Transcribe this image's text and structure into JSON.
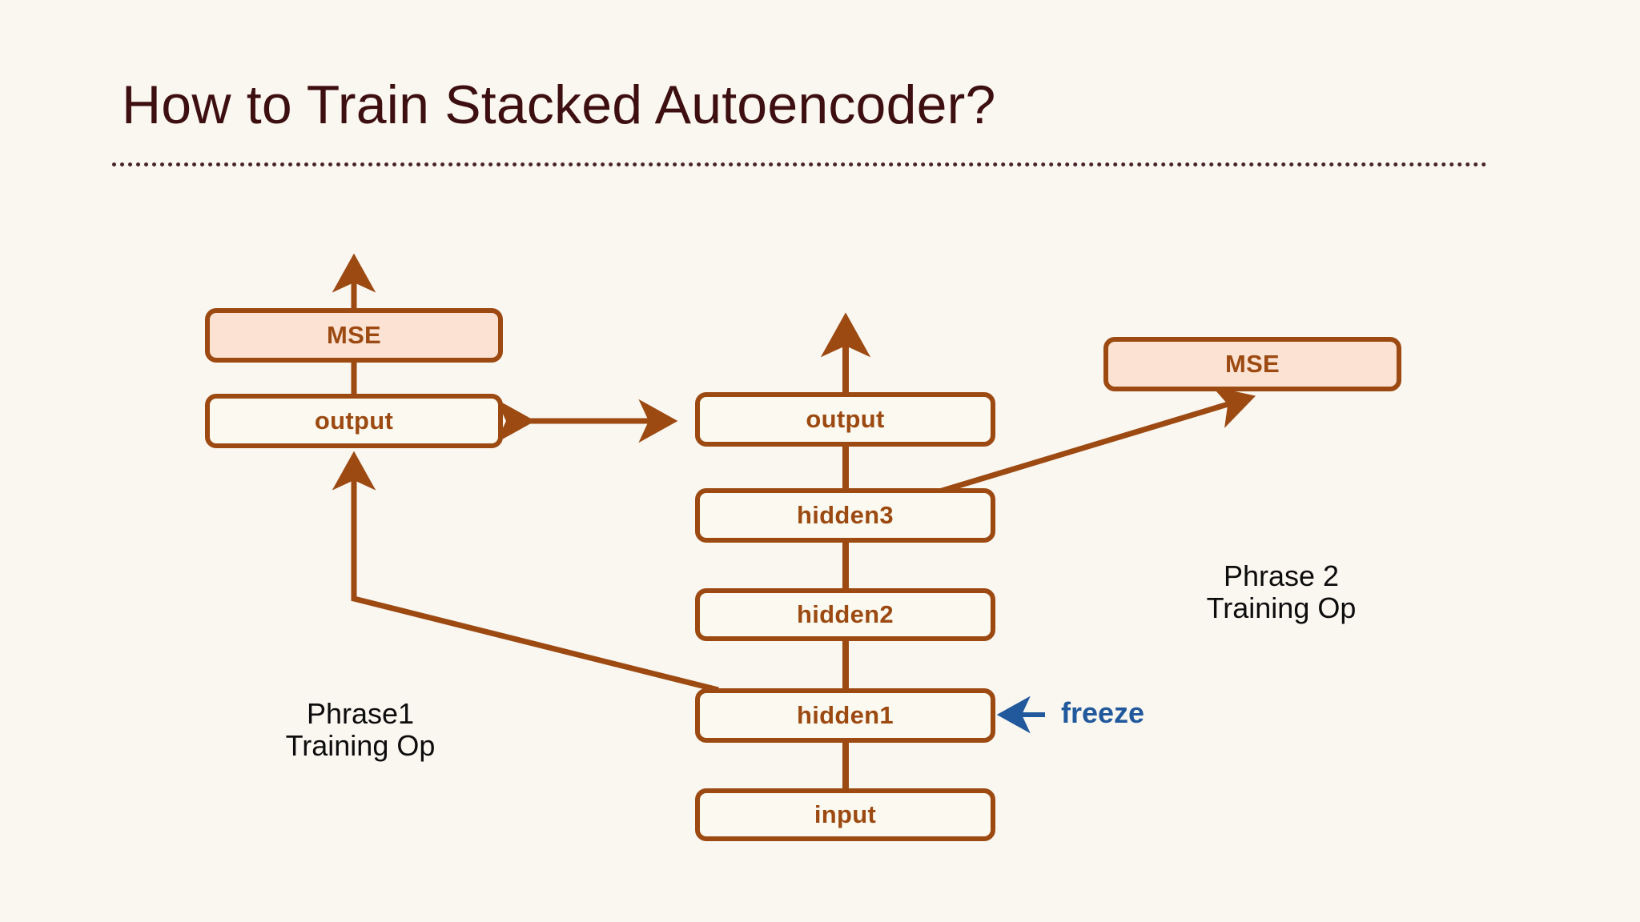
{
  "slide": {
    "title": "How to Train Stacked Autoencoder?",
    "background_color": "#faf6f0",
    "title_color": "#3d0f10",
    "rule_color": "#4a2328"
  },
  "palette": {
    "node_border": "#9c4a12",
    "node_fill": "#fcfaf0",
    "mse_fill": "#fbe2d3",
    "node_text": "#9c4a12",
    "wire": "#9c4a12",
    "freeze_accent": "#21599c",
    "caption_text": "#0d0d0d"
  },
  "diagram": {
    "type": "stacked-autoencoder-training",
    "columns": {
      "left": {
        "name": "phase1-pretraining-stack",
        "nodes": [
          {
            "id": "mse-left",
            "label": "MSE",
            "kind": "loss"
          },
          {
            "id": "output-left",
            "label": "output",
            "kind": "layer"
          }
        ]
      },
      "center": {
        "name": "full-stacked-autoencoder",
        "nodes": [
          {
            "id": "output-center",
            "label": "output",
            "kind": "layer"
          },
          {
            "id": "hidden3",
            "label": "hidden3",
            "kind": "layer"
          },
          {
            "id": "hidden2",
            "label": "hidden2",
            "kind": "layer"
          },
          {
            "id": "hidden1",
            "label": "hidden1",
            "kind": "layer"
          },
          {
            "id": "input",
            "label": "input",
            "kind": "layer"
          }
        ]
      },
      "right": {
        "name": "phase2-loss",
        "nodes": [
          {
            "id": "mse-right",
            "label": "MSE",
            "kind": "loss"
          }
        ]
      }
    },
    "captions": {
      "phrase1": {
        "line1": "Phrase1",
        "line2": "Training Op"
      },
      "phrase2": {
        "line1": "Phrase 2",
        "line2": "Training Op"
      }
    },
    "annotations": {
      "freeze": {
        "label": "freeze",
        "target": "hidden1",
        "color": "#21599c"
      }
    },
    "connections": [
      {
        "from": "output-left",
        "to": "mse-left",
        "style": "arrow-up"
      },
      {
        "from": "mse-left",
        "to": "(up)",
        "style": "arrow-up"
      },
      {
        "from": "output-left",
        "to": "output-center",
        "style": "double-arrow"
      },
      {
        "from": "output-center",
        "to": "(up)",
        "style": "arrow-up"
      },
      {
        "from": "hidden3",
        "to": "output-center",
        "style": "line-up"
      },
      {
        "from": "hidden2",
        "to": "hidden3",
        "style": "line-up"
      },
      {
        "from": "hidden1",
        "to": "hidden2",
        "style": "line-up"
      },
      {
        "from": "input",
        "to": "hidden1",
        "style": "line-up"
      },
      {
        "from": "hidden1",
        "to": "output-left",
        "style": "elbow-arrow",
        "note": "Phrase1 Training Op"
      },
      {
        "from": "hidden3",
        "to": "mse-right",
        "style": "diagonal-arrow",
        "note": "Phrase 2 Training Op"
      }
    ]
  }
}
